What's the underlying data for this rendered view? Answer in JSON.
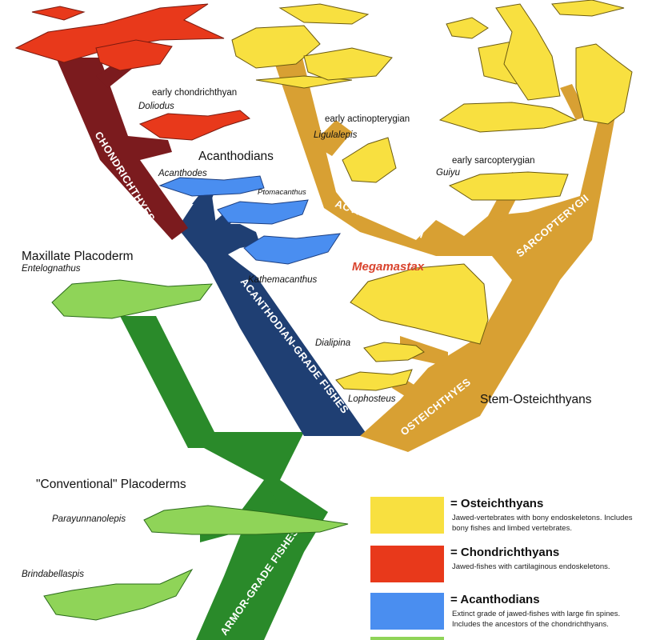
{
  "colors": {
    "chondrichthyes_branch": "#7b1b1e",
    "osteichthyes_branch": "#d8a033",
    "acanthodian_branch": "#1f3f73",
    "placoderm_branch": "#2a8a2a",
    "osteichthyan_fish": "#f8e040",
    "chondrichthyan_fish": "#e8391b",
    "acanthodian_fish": "#4a8ef0",
    "placoderm_fish": "#8fd458"
  },
  "clades": {
    "chondrichthyes": "CHONDRICHTHYES",
    "actinopterygii": "ACTINOPTERYGII",
    "sarcopterygii": "SARCOPTERYGII",
    "osteichthyes": "OSTEICHTHYES",
    "acanthodian_grade": "ACANTHODIAN-GRADE FISHES",
    "placoderm_grade": "ARMOR-GRADE FISHES"
  },
  "labels": {
    "early_chondrichthyan": "early chondrichthyan",
    "doliodus": "Doliodus",
    "acanthodians": "Acanthodians",
    "acanthodes": "Acanthodes",
    "ptomacanthus": "Ptomacanthus",
    "kathemacanthus": "Kathemacanthus",
    "maxillate_placoderm": "Maxillate Placoderm",
    "entelognathus": "Entelognathus",
    "early_actinopterygian": "early actinopterygian",
    "ligulalepis": "Ligulalepis",
    "early_sarcopterygian": "early sarcopterygian",
    "guiyu": "Guiyu",
    "megamastax": "Megamastax",
    "dialipina": "Dialipina",
    "lophosteus": "Lophosteus",
    "stem_osteichthyans": "Stem-Osteichthyans",
    "conventional_placoderms": "\"Conventional\" Placoderms",
    "parayunnanolepis": "Parayunnanolepis",
    "brindabellaspis": "Brindabellaspis"
  },
  "legend": [
    {
      "title": "= Osteichthyans",
      "desc": "Jawed-vertebrates with bony endoskeletons. Includes bony fishes and limbed vertebrates.",
      "color": "#f8e040"
    },
    {
      "title": "= Chondrichthyans",
      "desc": "Jawed-fishes with cartilaginous endoskeletons.",
      "color": "#e8391b"
    },
    {
      "title": "= Acanthodians",
      "desc": "Extinct grade of jawed-fishes with large fin spines. Includes the ancestors of the chondrichthyans.",
      "color": "#4a8ef0"
    },
    {
      "title": "",
      "desc": "",
      "color": "#8fd458"
    }
  ]
}
